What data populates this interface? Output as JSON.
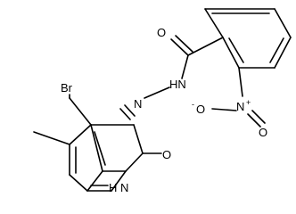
{
  "molecule": {
    "atom_labels": {
      "carbonyl_o": "O",
      "hydrazide_nh": "HN",
      "hydrazone_n": "N",
      "nitro_n": "N",
      "nitro_plus": "+",
      "nitro_o_double": "O",
      "nitro_o_minus": "O",
      "nitro_minus": "-",
      "bromine": "Br",
      "lactam_o": "O",
      "indole_n": "N",
      "indole_h": "H"
    }
  }
}
